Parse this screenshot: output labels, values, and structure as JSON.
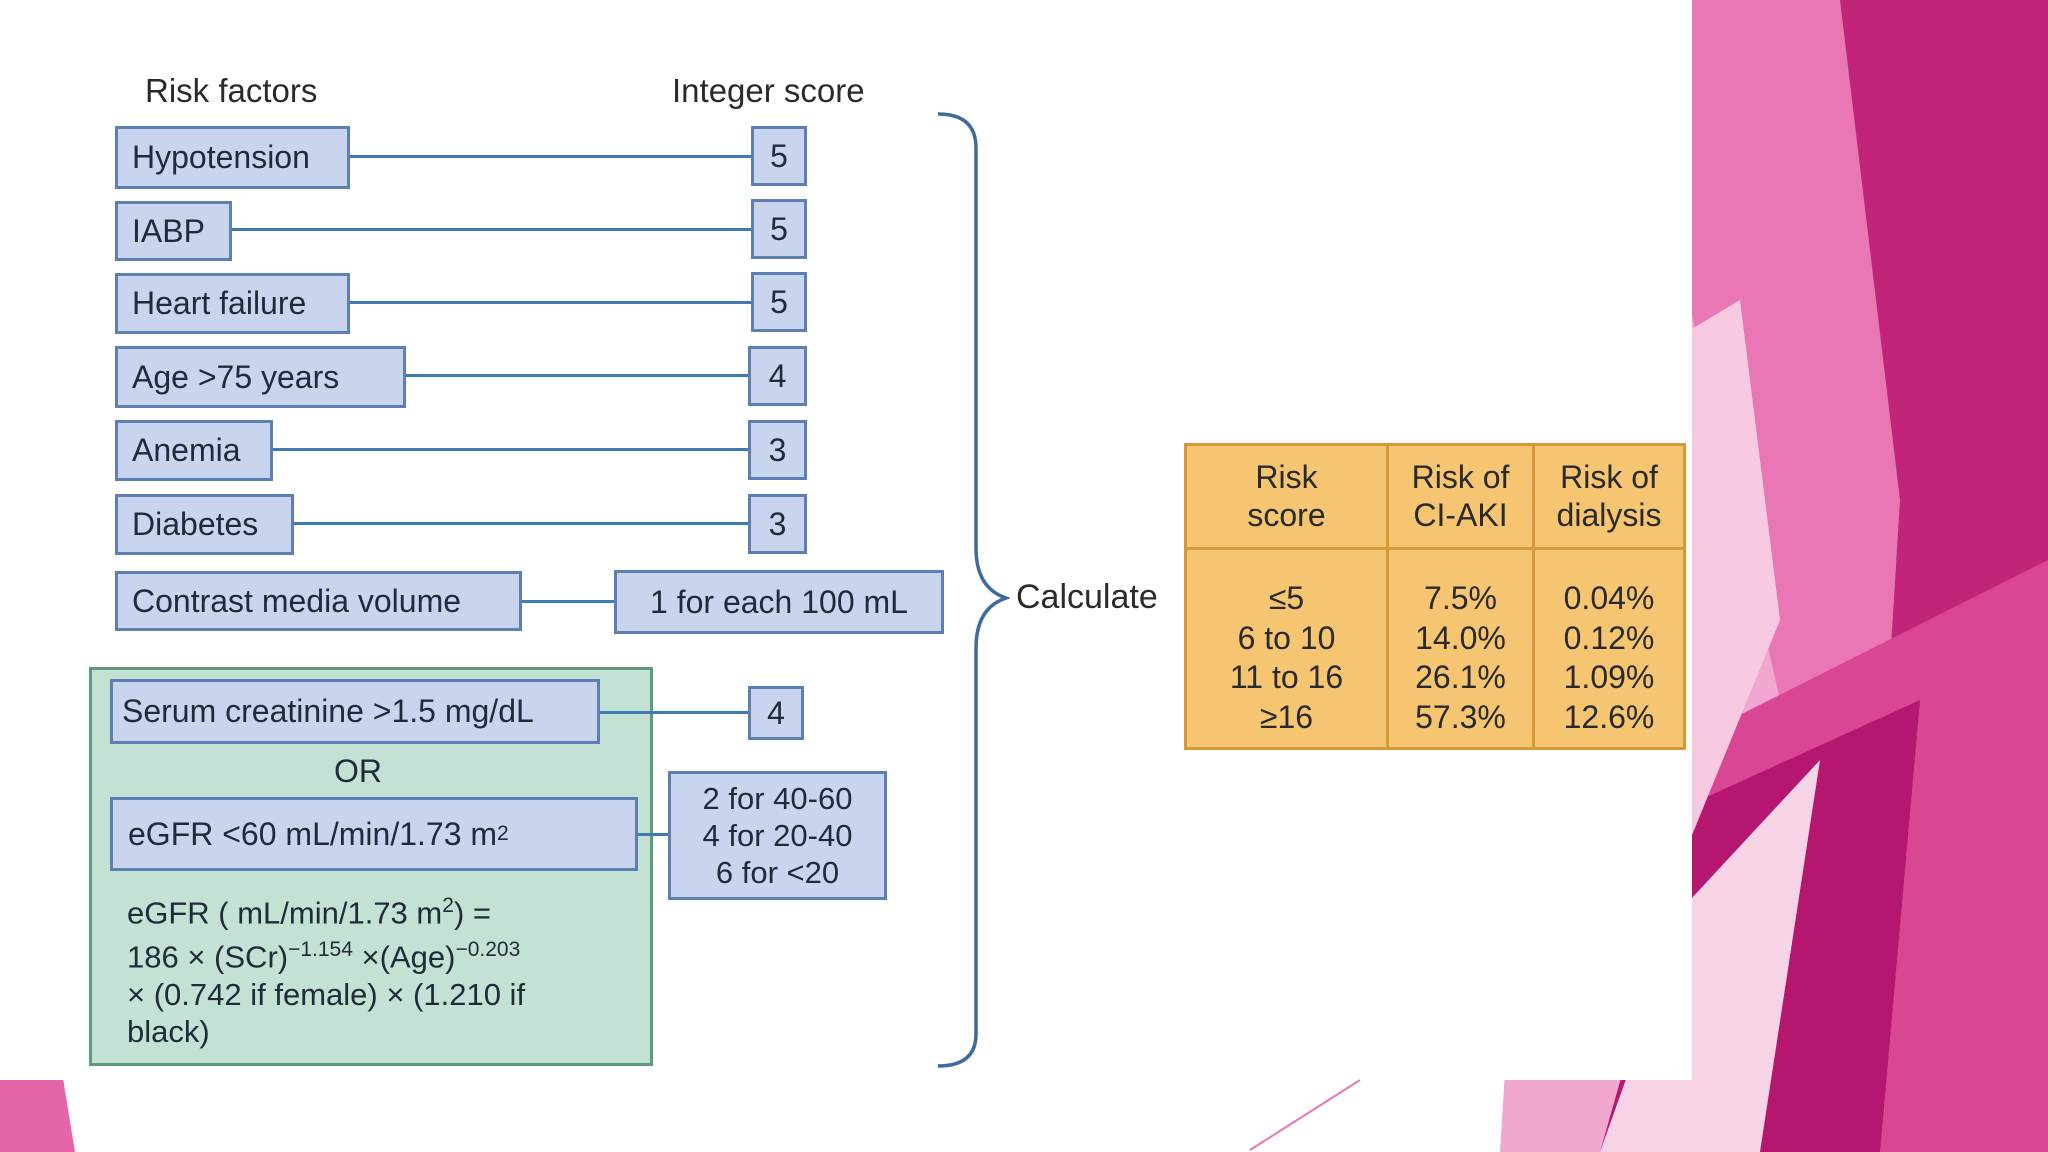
{
  "headers": {
    "risk_factors": "Risk factors",
    "integer_score": "Integer score"
  },
  "factors": [
    {
      "label": "Hypotension",
      "score": "5"
    },
    {
      "label": "IABP",
      "score": "5"
    },
    {
      "label": "Heart failure",
      "score": "5"
    },
    {
      "label": "Age >75 years",
      "score": "4"
    },
    {
      "label": "Anemia",
      "score": "3"
    },
    {
      "label": "Diabetes",
      "score": "3"
    },
    {
      "label": "Contrast media volume",
      "score": "1 for each 100 mL"
    }
  ],
  "renal": {
    "creatinine_label": "Serum creatinine >1.5 mg/dL",
    "creatinine_score": "4",
    "or_label": "OR",
    "egfr_label": "eGFR <60 mL/min/1.73 m",
    "egfr_label_sup": "2",
    "egfr_scores": [
      "2 for 40-60",
      "4 for 20-40",
      "6 for <20"
    ],
    "formula": {
      "line1_a": "eGFR ( mL/min/1.73 m",
      "line1_sup": "2",
      "line1_b": ") =",
      "line2_a": "186 × (SCr)",
      "line2_sup1": "−1.154",
      "line2_b": " ×(Age)",
      "line2_sup2": "−0.203",
      "line3": "× (0.742 if female) × (1.210 if",
      "line4": "black)"
    }
  },
  "calculate_label": "Calculate",
  "table": {
    "headers": [
      [
        "Risk",
        "score"
      ],
      [
        "Risk of",
        "CI-AKI"
      ],
      [
        "Risk of",
        "dialysis"
      ]
    ],
    "rows": [
      [
        "≤5",
        "7.5%",
        "0.04%"
      ],
      [
        "6 to 10",
        "14.0%",
        "0.12%"
      ],
      [
        "11 to 16",
        "26.1%",
        "1.09%"
      ],
      [
        "≥16",
        "57.3%",
        "12.6%"
      ]
    ]
  },
  "colors": {
    "box_fill": "#c9d4ee",
    "box_border": "#5d7fb4",
    "green_fill": "#c4e2d3",
    "table_fill": "#f5c571",
    "accent_magenta": "#c2247a"
  }
}
